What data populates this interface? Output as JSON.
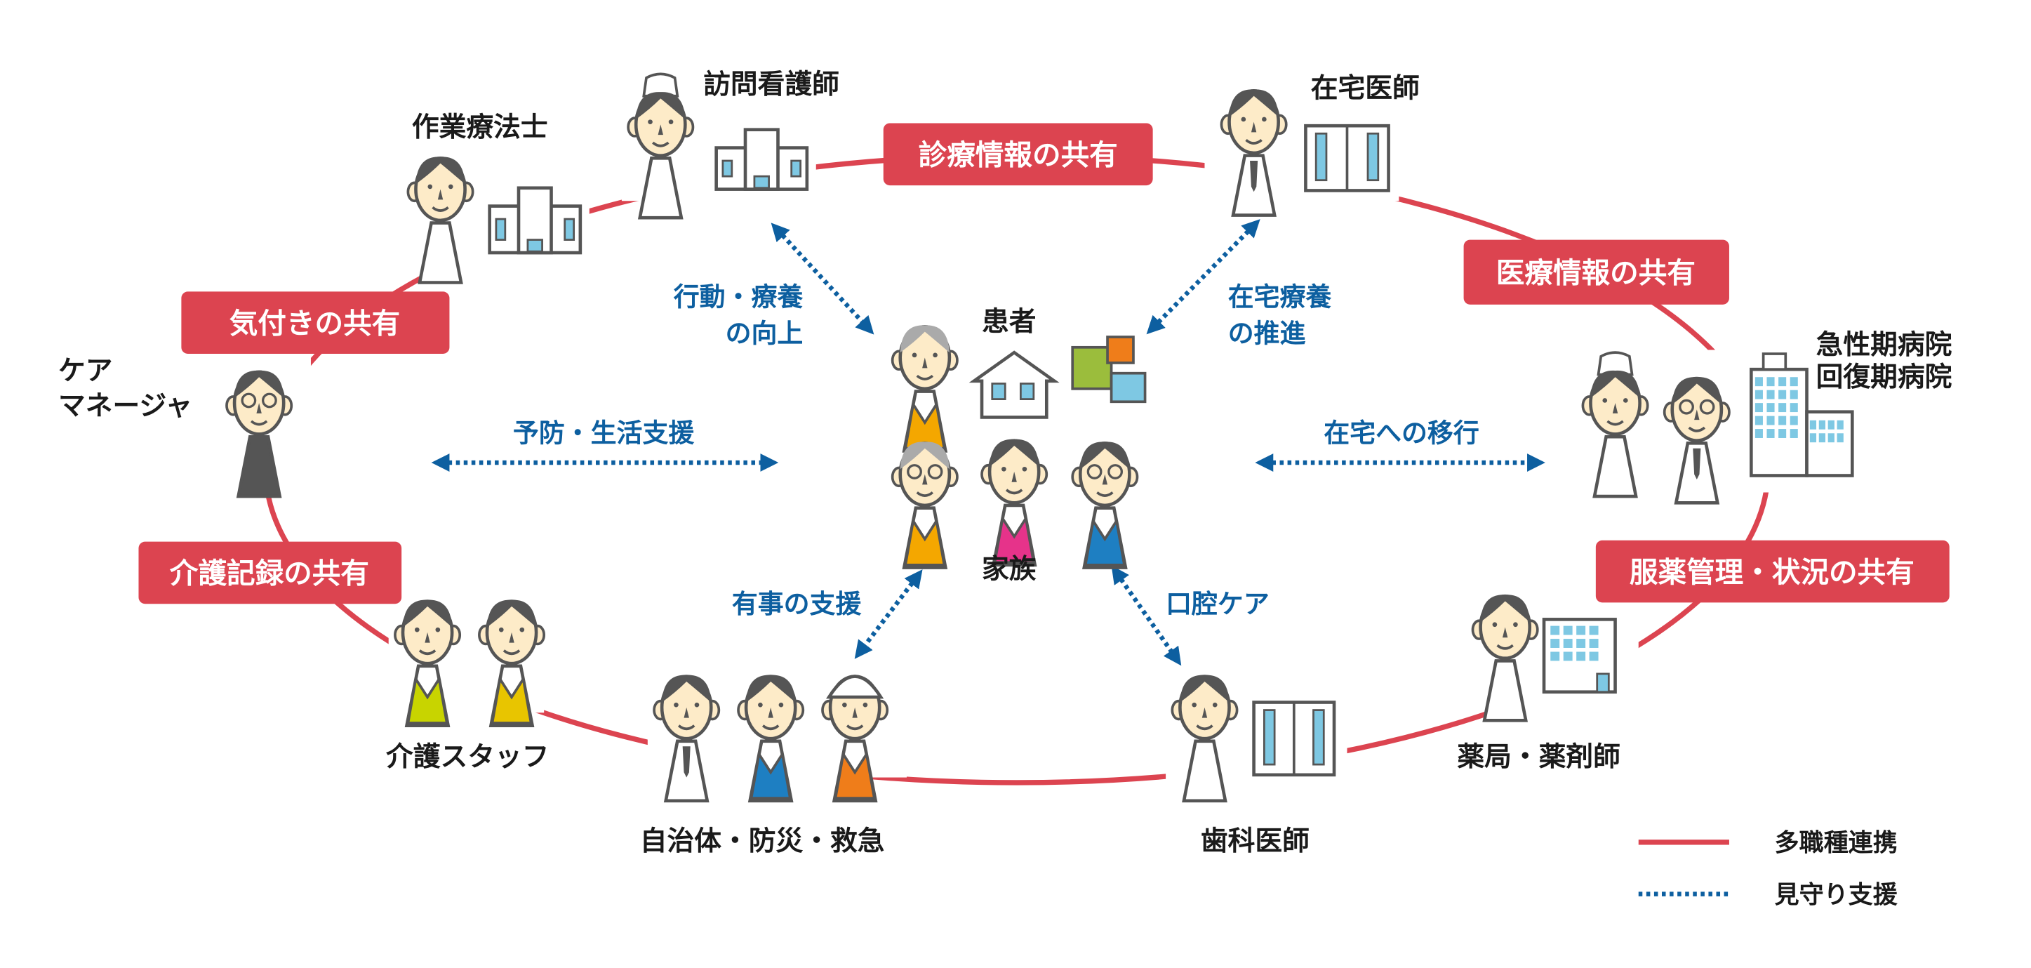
{
  "colors": {
    "link_red": "#dc4450",
    "support_blue": "#0d5fa0",
    "skin": "#fdebc8",
    "hair": "#555555"
  },
  "center": {
    "patient": "患者",
    "family": "家族"
  },
  "roles": {
    "occupational_therapist": "作業療法士",
    "visiting_nurse": "訪問看護師",
    "home_doctor": "在宅医師",
    "hospital_1": "急性期病院",
    "hospital_2": "回復期病院",
    "pharmacy": "薬局・薬剤師",
    "dentist": "歯科医師",
    "municipality": "自治体・防災・救急",
    "care_staff": "介護スタッフ",
    "care_manager_1": "ケア",
    "care_manager_2": "マネージャ"
  },
  "sharing_labels": {
    "clinical_info": "診療情報の共有",
    "medical_info": "医療情報の共有",
    "medication": "服薬管理・状況の共有",
    "care_records": "介護記録の共有",
    "awareness": "気付きの共有"
  },
  "support_labels": {
    "behavior_1": "行動・療養",
    "behavior_2": "の向上",
    "home_care_1": "在宅療養",
    "home_care_2": "の推進",
    "prevention": "予防・生活支援",
    "transition": "在宅への移行",
    "emergency": "有事の支援",
    "oral_care": "口腔ケア"
  },
  "legend": {
    "multi_profession": "多職種連携",
    "monitoring": "見守り支援"
  }
}
